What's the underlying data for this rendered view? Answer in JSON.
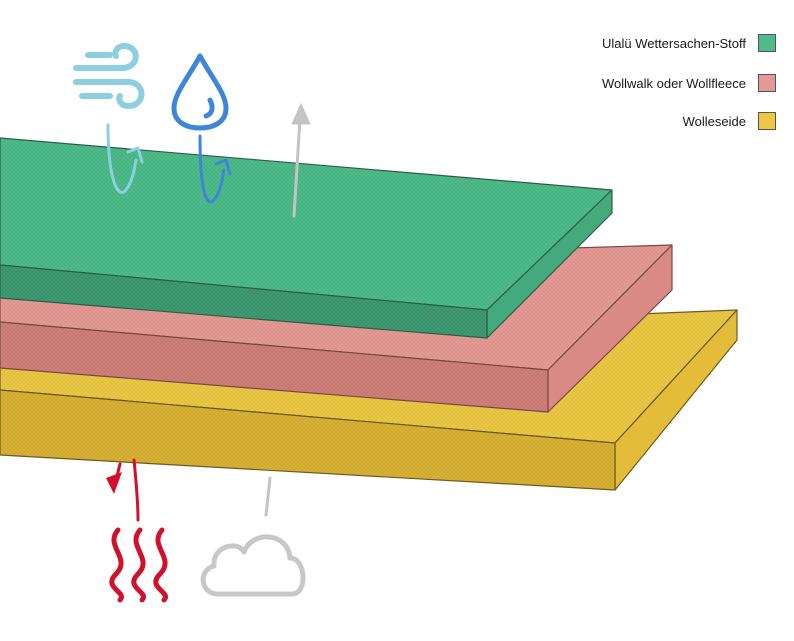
{
  "legend": {
    "items": [
      {
        "label": "Ulalü Wettersachen-Stoff",
        "color": "#4dbb8a"
      },
      {
        "label": "Wollwalk oder Wollfleece",
        "color": "#e49a94"
      },
      {
        "label": "Wolleseide",
        "color": "#ecc843"
      }
    ]
  },
  "layers": [
    {
      "name": "layer-wettersachen-stoff",
      "top": "#4dbb8a",
      "side": "#44a97c",
      "front": "#3e9a71",
      "edge": "#2e5f49"
    },
    {
      "name": "layer-wollwalk",
      "top": "#e49a94",
      "side": "#d98a84",
      "front": "#cf7f79",
      "edge": "#7a4a46"
    },
    {
      "name": "layer-wolleseide",
      "top": "#ecc843",
      "side": "#e3bd3a",
      "front": "#d9b234",
      "edge": "#6e5b22"
    }
  ],
  "icons": {
    "wind": {
      "name": "wind-icon",
      "color": "#8ccfe0"
    },
    "water": {
      "name": "water-drop-icon",
      "color": "#3d86d8"
    },
    "heat": {
      "name": "heat-waves-icon",
      "color": "#d0112b"
    },
    "cloud": {
      "name": "cloud-icon",
      "color": "#c8c8c8"
    }
  },
  "arrows": {
    "wind_color": "#8ccfe0",
    "water_color": "#3d86d8",
    "vapor_color": "#c4c4c4",
    "heat_color": "#d0112b"
  }
}
